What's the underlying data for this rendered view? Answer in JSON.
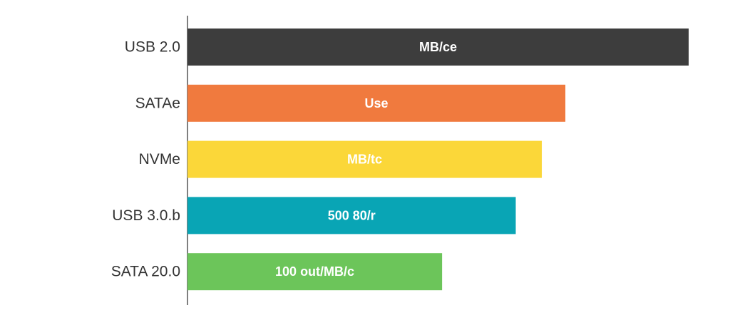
{
  "chart_data": {
    "type": "bar",
    "orientation": "horizontal",
    "categories": [
      "USB 2.0",
      "SATAe",
      "NVMe",
      "USB 3.0.b",
      "SATA 20.0"
    ],
    "values": [
      100,
      75.4,
      70.7,
      65.5,
      50.8
    ],
    "bar_labels": [
      "MB/ce",
      "Use",
      "MB/tc",
      "500 80/r",
      "100 out/MB/c"
    ],
    "colors": [
      "#3d3d3d",
      "#f07a3e",
      "#fbd739",
      "#09a5b5",
      "#6cc55a"
    ],
    "xlim": [
      0,
      100
    ],
    "grid": false,
    "legend": "none"
  }
}
